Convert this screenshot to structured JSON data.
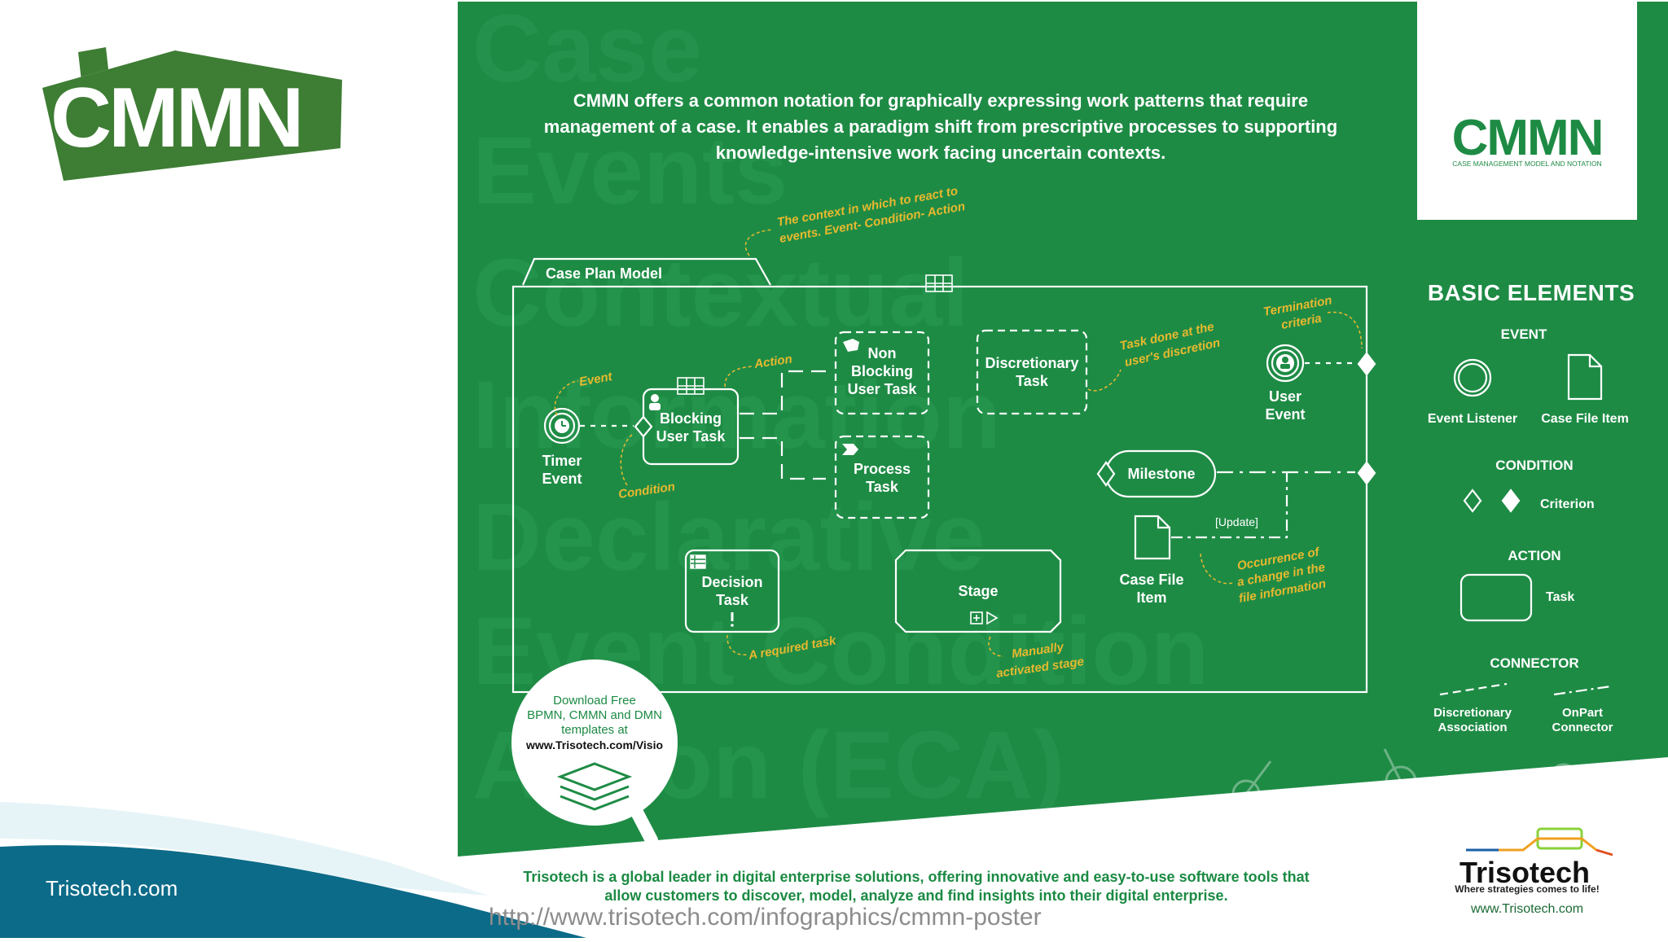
{
  "colors": {
    "green": "#1e8b45",
    "dark_green": "#3e7d34",
    "accent": "#e8b92e",
    "white": "#ffffff",
    "teal": "#0c6b88",
    "url_gray": "#8c8c8c"
  },
  "logo_left": "CMMN",
  "logo_right": {
    "title": "CMMN",
    "subtitle": "CASE MANAGEMENT MODEL AND NOTATION"
  },
  "intro": "CMMN offers a common notation for graphically expressing work patterns that require management of a case. It enables a paradigm shift from prescriptive processes to supporting knowledge-intensive work facing uncertain contexts.",
  "watermark": [
    "Case",
    "Events",
    "Contextual",
    "Information",
    "Declarative",
    "Event Condition",
    "Action (ECA)"
  ],
  "diagram": {
    "case_plan_model": "Case Plan Model",
    "nodes": {
      "timer_event": [
        "Timer",
        "Event"
      ],
      "blocking_user_task": [
        "Blocking",
        "User Task"
      ],
      "non_blocking_user_task": [
        "Non",
        "Blocking",
        "User Task"
      ],
      "process_task": [
        "Process",
        "Task"
      ],
      "discretionary_task": [
        "Discretionary",
        "Task"
      ],
      "user_event": [
        "User",
        "Event"
      ],
      "milestone": "Milestone",
      "case_file_item": [
        "Case File",
        "Item"
      ],
      "decision_task": [
        "Decision",
        "Task"
      ],
      "stage": "Stage",
      "update_label": "[Update]"
    },
    "annotations": {
      "context": [
        "The context in which to react to",
        "events. Event- Condition- Action"
      ],
      "event": "Event",
      "action": "Action",
      "condition": "Condition",
      "task_done": [
        "Task done at the",
        "user's discretion"
      ],
      "termination": [
        "Termination",
        "criteria"
      ],
      "occurrence": [
        "Occurrence of",
        "a change in the",
        "file information"
      ],
      "required": "A required task",
      "manually": [
        "Manually",
        "activated stage"
      ]
    }
  },
  "download": {
    "lines": [
      "Download Free",
      "BPMN, CMMN and DMN",
      "templates at"
    ],
    "url": "www.Trisotech.com/Visio"
  },
  "basic_elements": {
    "title": "BASIC ELEMENTS",
    "event": {
      "heading": "EVENT",
      "items": [
        "Event Listener",
        "Case File Item"
      ]
    },
    "condition": {
      "heading": "CONDITION",
      "item": "Criterion"
    },
    "action": {
      "heading": "ACTION",
      "item": "Task"
    },
    "connector": {
      "heading": "CONNECTOR",
      "items": [
        [
          "Discretionary",
          "Association"
        ],
        [
          "OnPart",
          "Connector"
        ]
      ]
    }
  },
  "bottom_text": "Trisotech is a global leader in digital enterprise solutions, offering innovative and easy-to-use software tools that allow customers to discover, model, analyze and find insights into their digital enterprise.",
  "source_url": "http://www.trisotech.com/infographics/cmmn-poster",
  "left_site": "Trisotech.com",
  "trisotech_logo": {
    "name": "Trisotech",
    "tagline": "Where strategies comes to life!",
    "site": "www.Trisotech.com"
  }
}
